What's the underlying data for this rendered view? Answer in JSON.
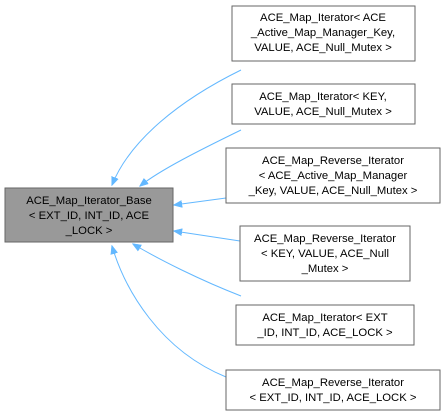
{
  "colors": {
    "base_fill": "#999999",
    "node_fill": "#ffffff",
    "node_stroke": "#666666",
    "base_stroke": "#666666",
    "edge": "#63b8ff"
  },
  "base": {
    "lines": [
      "ACE_Map_Iterator_Base",
      "< EXT_ID, INT_ID, ACE",
      "_LOCK >"
    ]
  },
  "children": [
    {
      "lines": [
        "ACE_Map_Iterator< ACE",
        "_Active_Map_Manager_Key,",
        "VALUE, ACE_Null_Mutex >"
      ]
    },
    {
      "lines": [
        "ACE_Map_Iterator< KEY,",
        "VALUE, ACE_Null_Mutex >"
      ]
    },
    {
      "lines": [
        "ACE_Map_Reverse_Iterator",
        "< ACE_Active_Map_Manager",
        "_Key, VALUE, ACE_Null_Mutex >"
      ]
    },
    {
      "lines": [
        "ACE_Map_Reverse_Iterator",
        "< KEY, VALUE, ACE_Null",
        "_Mutex >"
      ]
    },
    {
      "lines": [
        "ACE_Map_Iterator< EXT",
        "_ID, INT_ID, ACE_LOCK >"
      ]
    },
    {
      "lines": [
        "ACE_Map_Reverse_Iterator",
        "< EXT_ID, INT_ID, ACE_LOCK >"
      ]
    }
  ]
}
